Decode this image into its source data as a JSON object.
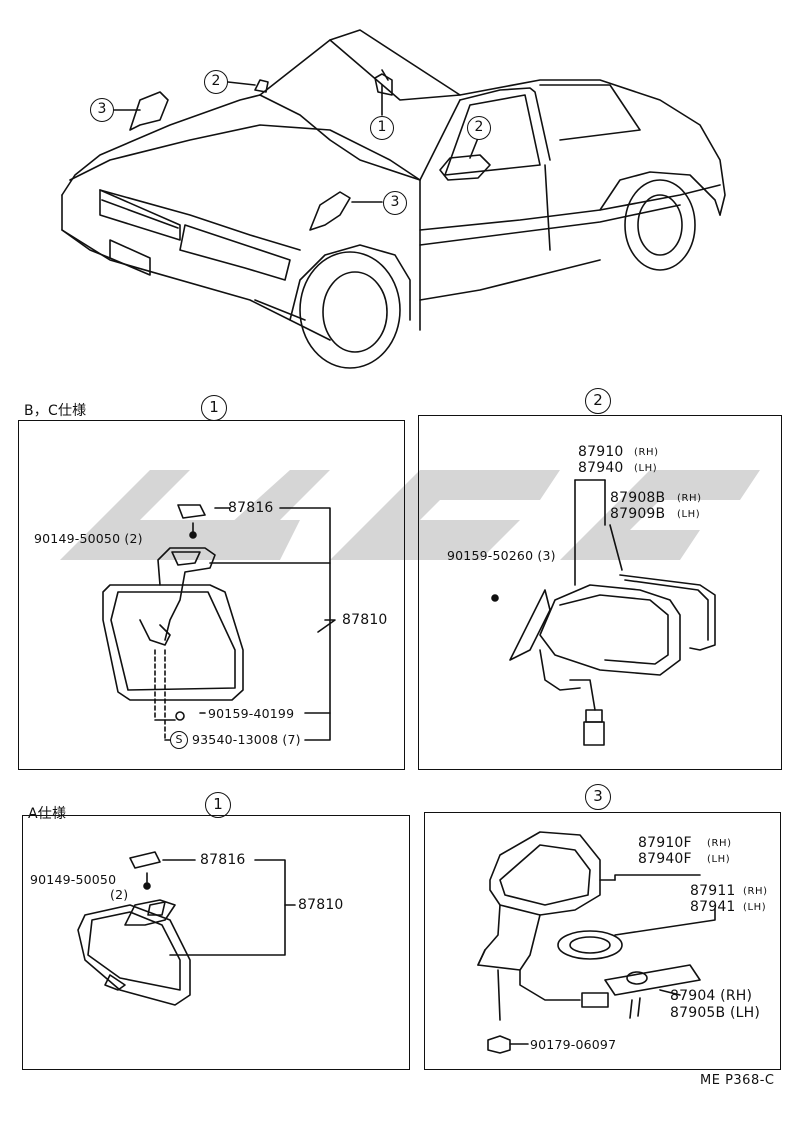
{
  "callouts": {
    "one": "1",
    "two": "2",
    "three": "3"
  },
  "panels": {
    "bc_mirror": {
      "spec_label": "B，C仕様",
      "parts": {
        "holder": "87816",
        "mirror_assy": "87810",
        "screw_top": "90149-50050 (2)",
        "screw_mid": "90159-40199",
        "s_code": "S",
        "screw_bottom": "93540-13008 (7)"
      }
    },
    "door_mirror": {
      "parts": {
        "mirror_rh": "87910",
        "mirror_lh": "87940",
        "rh": "(RH)",
        "lh": "(LH)",
        "glass_rh": "87908B",
        "glass_lh": "87909B",
        "screw": "90159-50260 (3)"
      }
    },
    "a_mirror": {
      "spec_label": "A仕様",
      "parts": {
        "holder": "87816",
        "mirror_assy": "87810",
        "screw": "90149-50050",
        "screw_qty": "(2)"
      }
    },
    "fender_mirror": {
      "parts": {
        "mirror_rh": "87910F",
        "mirror_lh": "87940F",
        "sub_rh": "87911",
        "sub_lh": "87941",
        "rh": "(RH)",
        "lh": "(LH)",
        "base_rh": "87904 (RH)",
        "base_lh": "87905B (LH)",
        "clip": "90179-06097"
      }
    }
  },
  "footer": {
    "code": "ME  P368-C"
  }
}
